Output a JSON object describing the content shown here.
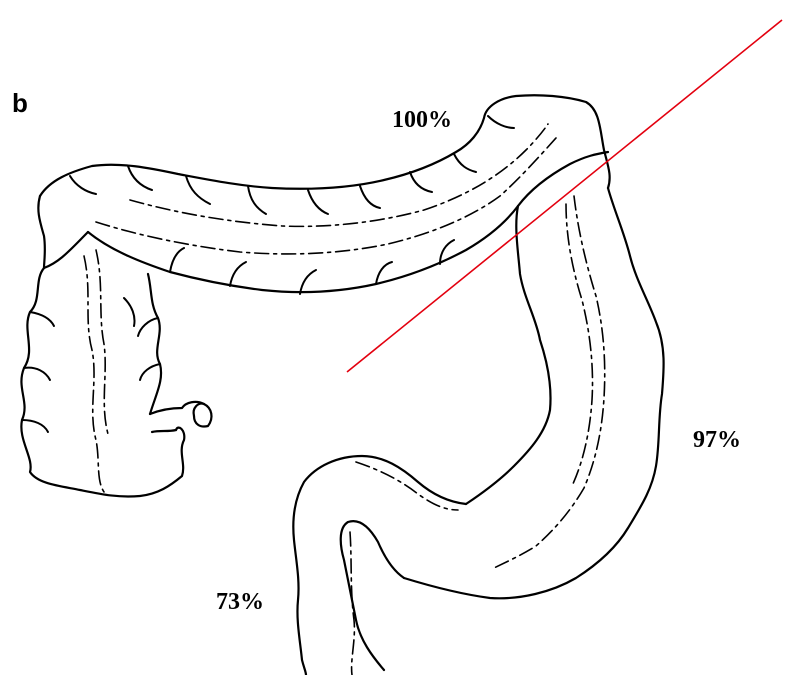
{
  "panel_label": "b",
  "annotations": {
    "transverse": "100%",
    "descending": "97%",
    "sigmoid": "73%"
  },
  "colors": {
    "line": "#000000",
    "indicator": "#e3000f",
    "background": "#ffffff"
  }
}
